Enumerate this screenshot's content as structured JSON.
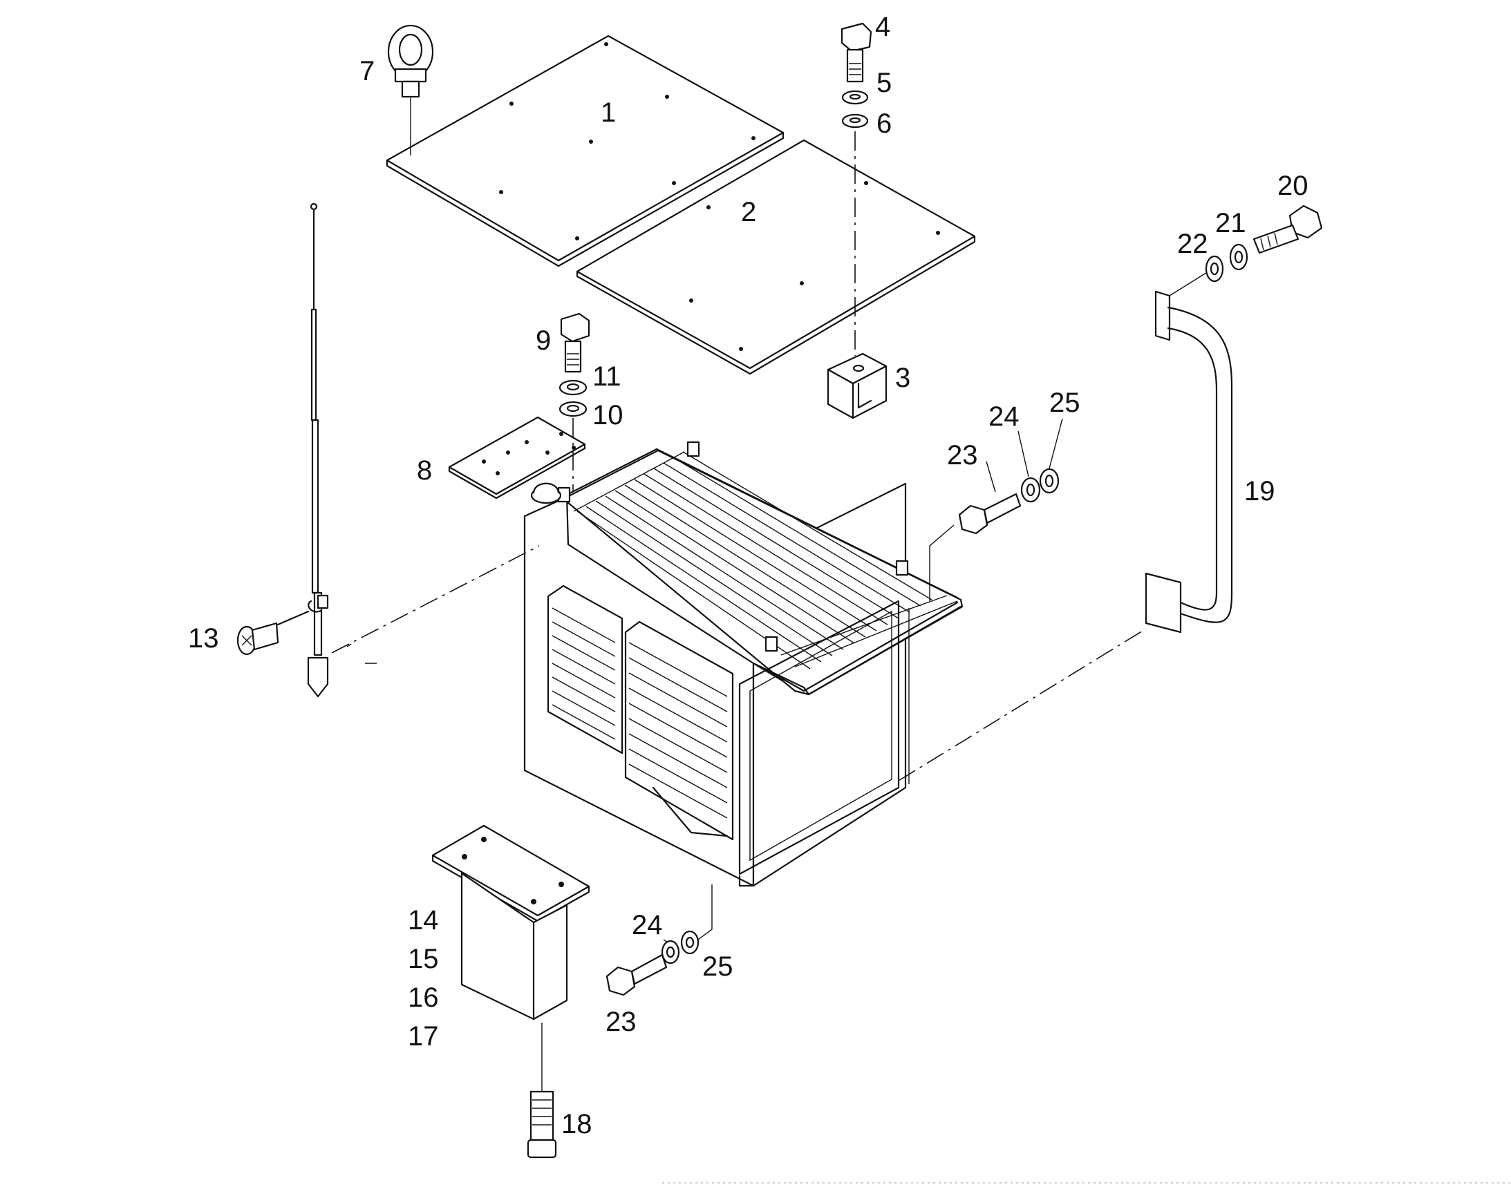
{
  "diagram": {
    "callouts": [
      {
        "id": "c1",
        "label": "1"
      },
      {
        "id": "c2",
        "label": "2"
      },
      {
        "id": "c3",
        "label": "3"
      },
      {
        "id": "c4",
        "label": "4"
      },
      {
        "id": "c5",
        "label": "5"
      },
      {
        "id": "c6",
        "label": "6"
      },
      {
        "id": "c7",
        "label": "7"
      },
      {
        "id": "c8",
        "label": "8"
      },
      {
        "id": "c9",
        "label": "9"
      },
      {
        "id": "c10",
        "label": "10"
      },
      {
        "id": "c11",
        "label": "11"
      },
      {
        "id": "c13",
        "label": "13"
      },
      {
        "id": "c14",
        "label": "14"
      },
      {
        "id": "c15",
        "label": "15"
      },
      {
        "id": "c16",
        "label": "16"
      },
      {
        "id": "c17",
        "label": "17"
      },
      {
        "id": "c18",
        "label": "18"
      },
      {
        "id": "c19",
        "label": "19"
      },
      {
        "id": "c20",
        "label": "20"
      },
      {
        "id": "c21",
        "label": "21"
      },
      {
        "id": "c22",
        "label": "22"
      },
      {
        "id": "c23a",
        "label": "23"
      },
      {
        "id": "c24a",
        "label": "24"
      },
      {
        "id": "c25a",
        "label": "25"
      },
      {
        "id": "c23b",
        "label": "23"
      },
      {
        "id": "c24b",
        "label": "24"
      },
      {
        "id": "c25b",
        "label": "25"
      }
    ]
  }
}
